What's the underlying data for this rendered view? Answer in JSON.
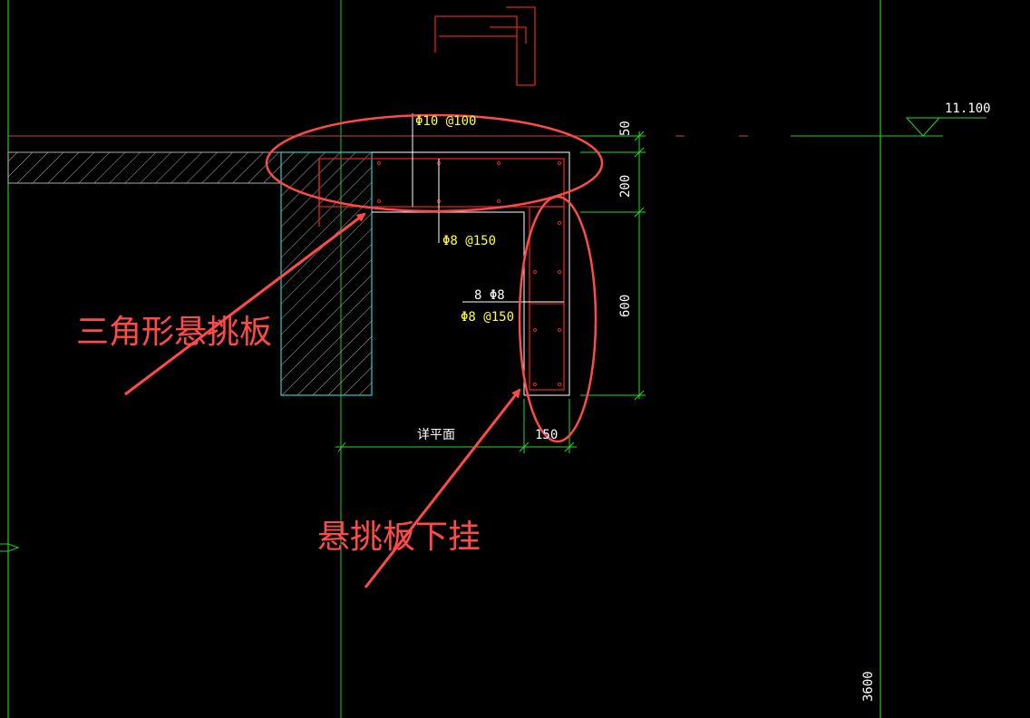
{
  "colors": {
    "background": "#000000",
    "grid_green": "#22cc22",
    "dim_green": "#22dd22",
    "rebar_text": "#ffff44",
    "concrete_red": "#cc2222",
    "annotation_red": "#ff4a4a",
    "wall_cyan": "#33cccc",
    "white_line": "#ffffff",
    "hatch_gray": "#aaaaaa"
  },
  "labels": {
    "top_bar": "Φ10 @100",
    "stirrup_top": "Φ8 @150",
    "long_bars": "8 Φ8",
    "stirrup_side": "Φ8 @150",
    "dim_50": "50",
    "dim_200": "200",
    "dim_600": "600",
    "dim_150": "150",
    "dim_width": "详平面",
    "elevation": "11.100",
    "height_3600": "3600"
  },
  "annotations": {
    "triangle_slab": "三角形悬挑板",
    "slab_hang": "悬挑板下挂"
  }
}
